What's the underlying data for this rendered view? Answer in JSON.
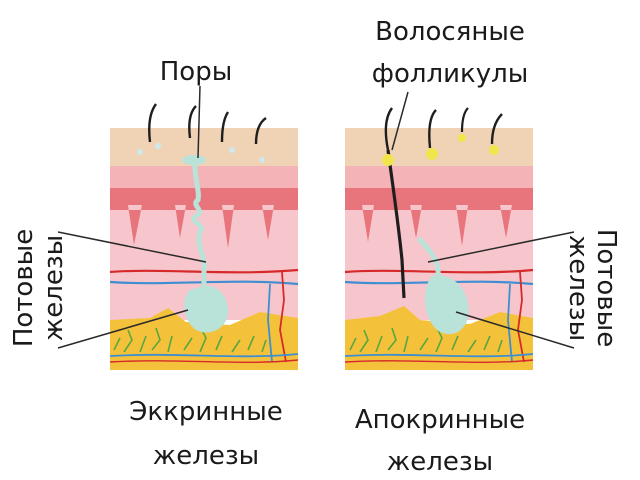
{
  "labels": {
    "pores": "Поры",
    "hair_follicles_line1": "Волосяные",
    "hair_follicles_line2": "фолликулы",
    "sweat_glands_left_line1": "Потовые",
    "sweat_glands_left_line2": "железы",
    "sweat_glands_right_line1": "Потовые",
    "sweat_glands_right_line2": "железы",
    "eccrine_line1": "Эккринные",
    "eccrine_line2": "железы",
    "apocrine_line1": "Апокринные",
    "apocrine_line2": "железы"
  },
  "colors": {
    "epidermis_top": "#f0d2b4",
    "epidermis_pink": "#f4b3b6",
    "dermis_red": "#e8747c",
    "dermis_light": "#f7c6cc",
    "subcutaneous_fat": "#f4c23a",
    "gland": "#b9e2d9",
    "artery": "#d62a2a",
    "vein": "#3d8fd1",
    "nerve": "#5aa63f",
    "hair": "#1e1e1e",
    "follicle_opening": "#f1e54c"
  }
}
